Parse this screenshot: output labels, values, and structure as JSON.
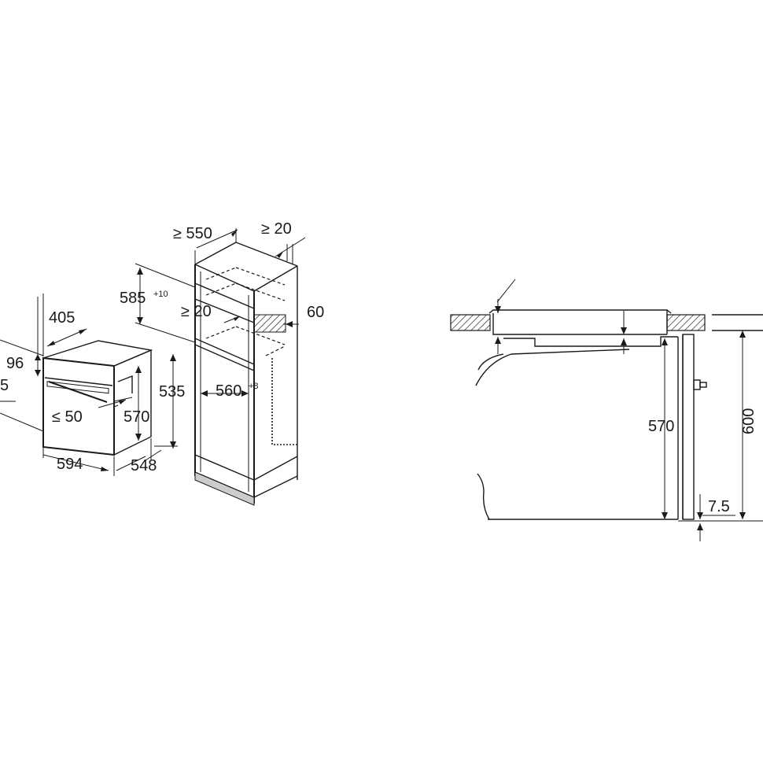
{
  "left_view": {
    "dims": {
      "d405": "405",
      "d96": "96",
      "d5": "5",
      "d50": "≤ 50",
      "d570": "570",
      "d594": "594",
      "d548": "548",
      "d535": "535",
      "d585": "585",
      "d585_tol": "+10",
      "d550": "≥ 550",
      "d20_top": "≥ 20",
      "d20_mid": "≥ 20",
      "d60": "60",
      "d560": "560",
      "d560_tol": "+8"
    }
  },
  "right_view": {
    "dims": {
      "d570": "570",
      "d600": "600",
      "d7_5": "7.5"
    }
  }
}
